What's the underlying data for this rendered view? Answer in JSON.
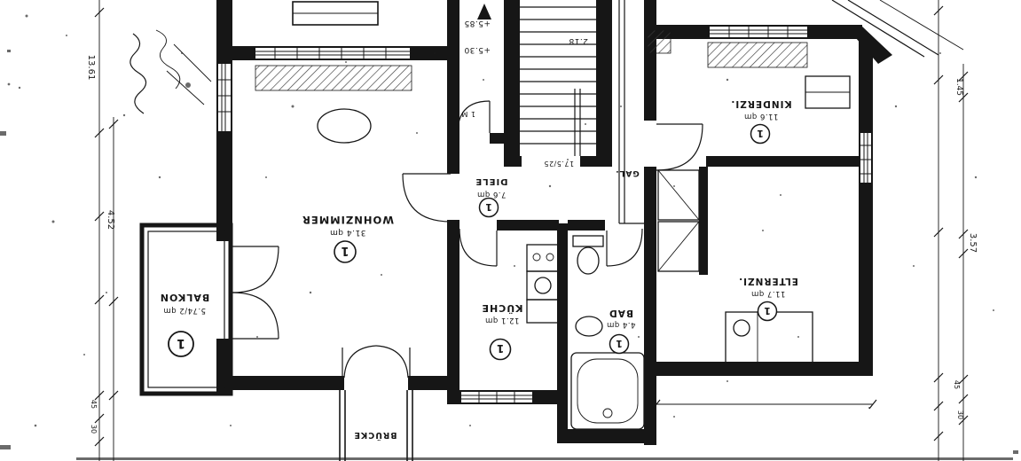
{
  "colors": {
    "ink": "#161616",
    "paper": "#ffffff"
  },
  "rooms": {
    "balkon": {
      "label": "BALKON",
      "area": "5.74/2 qm",
      "number": "1"
    },
    "wohnzimmer": {
      "label": "WOHNZIMMER",
      "area": "31.4 qm",
      "number": "1"
    },
    "diele": {
      "label": "DIELE",
      "area": "7.6 qm",
      "number": "1"
    },
    "kueche": {
      "label": "KÜCHE",
      "area": "12.1 qm",
      "number": "1"
    },
    "bad": {
      "label": "BAD",
      "area": "4.4 qm",
      "number": "1"
    },
    "kinderzi": {
      "label": "KINDERZI.",
      "area": "11.6 qm",
      "number": "1"
    },
    "elternzi": {
      "label": "ELTERNZI.",
      "area": "11.7 qm",
      "number": "1"
    },
    "gal": {
      "label": "GAL."
    },
    "bruecke": {
      "label": "BRÜCKE"
    }
  },
  "stairs": {
    "level_upper": "+5.85",
    "level_lower": "+5.30",
    "shaft_label": "2.18",
    "steps_label": "17.5/25",
    "door_width": "1 M"
  },
  "dimensions": {
    "left": [
      "13.61",
      "4.52",
      "45",
      "30"
    ],
    "right": [
      "1.45",
      "3.57",
      "45",
      "30"
    ]
  }
}
